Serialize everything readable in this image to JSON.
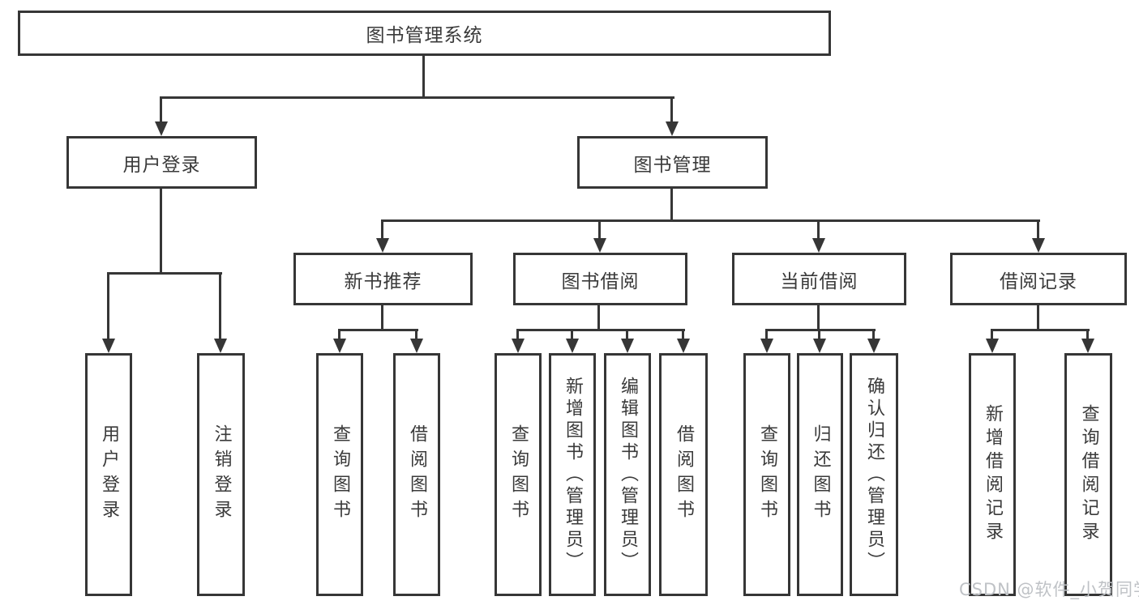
{
  "d": {
    "title": "图书管理系统",
    "level2": [
      {
        "label": "用户登录"
      },
      {
        "label": "图书管理"
      }
    ],
    "level3": [
      {
        "label": "新书推荐"
      },
      {
        "label": "图书借阅"
      },
      {
        "label": "当前借阅"
      },
      {
        "label": "借阅记录"
      }
    ],
    "leaves": {
      "user": [
        "用户登录",
        "注销登录"
      ],
      "recommend": [
        "查询图书",
        "借阅图书"
      ],
      "borrow": [
        "查询图书",
        "新增图书（管理员）",
        "编辑图书（管理员）",
        "借阅图书"
      ],
      "current": [
        "查询图书",
        "归还图书",
        "确认归还（管理员）"
      ],
      "record": [
        "新增借阅记录",
        "查询借阅记录"
      ]
    },
    "watermark": "CSDN @软件_小贺同学",
    "colors": {
      "line": "#363636",
      "text": "#3a3a3a",
      "watermark": "#bfc2c6",
      "background": "#ffffff"
    }
  }
}
